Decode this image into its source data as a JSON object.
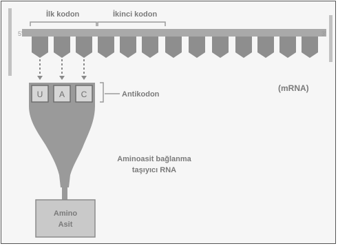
{
  "labels": {
    "first_codon": "İlk kodon",
    "second_codon": "İkinci kodon",
    "mrna": "(mRNA)",
    "anticodon": "Antikodon",
    "trna_line1": "Aminoasit bağlanma",
    "trna_line2": "taşıyıcı RNA",
    "amino_line1": "Amino",
    "amino_line2": "Asit"
  },
  "anticodon_bases": [
    "U",
    "A",
    "C"
  ],
  "colors": {
    "mrna_strand": "#a9a9a9",
    "nucleotide": "#8e8e8e",
    "trna": "#9a9a9a",
    "text": "#7a7a7a",
    "amino_box": "#c9c9c9"
  }
}
